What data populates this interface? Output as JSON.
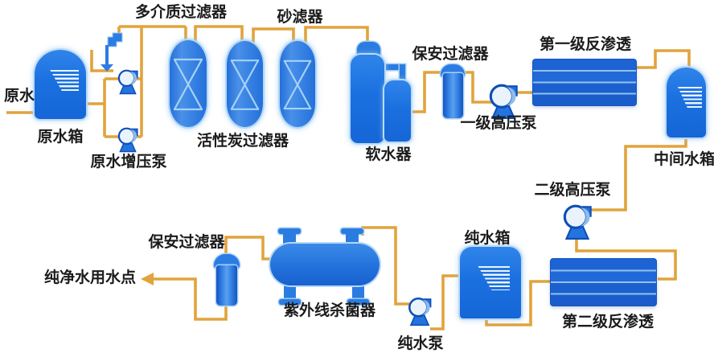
{
  "labels": {
    "raw_water": "原水",
    "raw_water_tank": "原水箱",
    "raw_water_booster_pump": "原水增压泵",
    "multi_media_filter": "多介质过滤器",
    "activated_carbon_filter": "活性炭过滤器",
    "sand_filter": "砂滤器",
    "water_softener": "软水器",
    "security_filter_1": "保安过滤器",
    "hp_pump_1": "一级高压泵",
    "ro_stage_1": "第一级反渗透",
    "intermediate_tank": "中间水箱",
    "hp_pump_2": "二级高压泵",
    "pure_water_tank": "纯水箱",
    "ro_stage_2": "第二级反渗透",
    "pure_water_pump": "纯水泵",
    "uv_sterilizer": "紫外线杀菌器",
    "security_filter_2": "保安过滤器",
    "pure_water_outlet": "纯净水用水点"
  },
  "colors": {
    "pipe": "#E1A33C",
    "vessel_blue": "#2B7CE4",
    "vessel_blue_dark": "#1566D6",
    "vessel_glow": "#B4D7F4",
    "ro_blue": "#1E63D4",
    "ro_divider": "#90C3EF",
    "pump_ring": "#0D4FB6",
    "text": "#1B1B1B",
    "background": "#FFFFFF"
  }
}
